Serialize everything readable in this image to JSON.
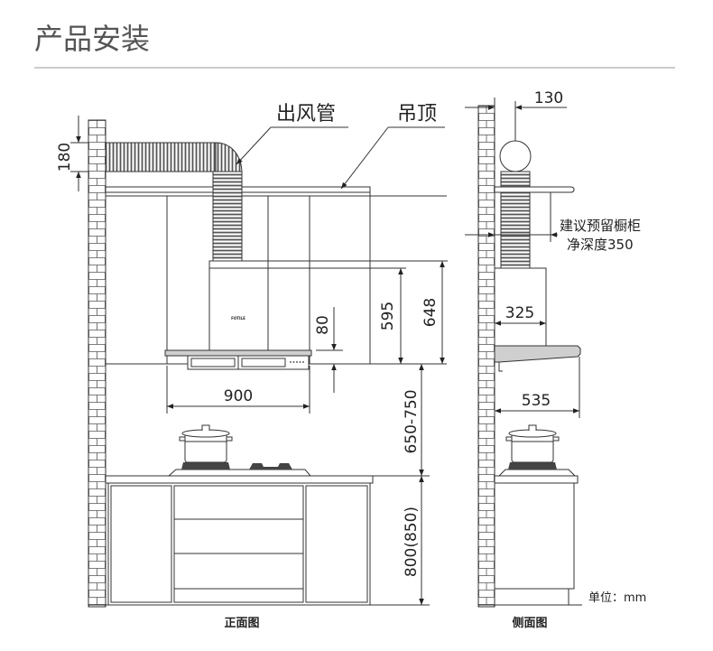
{
  "title": "产品安装",
  "front_view": {
    "caption": "正面图",
    "labels": {
      "duct": "出风管",
      "ceiling": "吊顶",
      "logo": "FOTILE"
    },
    "dimensions": {
      "duct_diameter": "180",
      "hood_height": "595",
      "total_height": "648",
      "canopy_gap": "80",
      "hood_width": "900",
      "hood_to_counter": "650-750",
      "counter_height": "800(850)"
    }
  },
  "side_view": {
    "caption": "侧面图",
    "dimensions": {
      "duct_offset": "130",
      "cabinet_depth_line1": "建议预留橱柜",
      "cabinet_depth_line2": "净深度350",
      "hood_body_depth": "325",
      "hood_depth": "535"
    }
  },
  "unit_note": "单位：mm"
}
